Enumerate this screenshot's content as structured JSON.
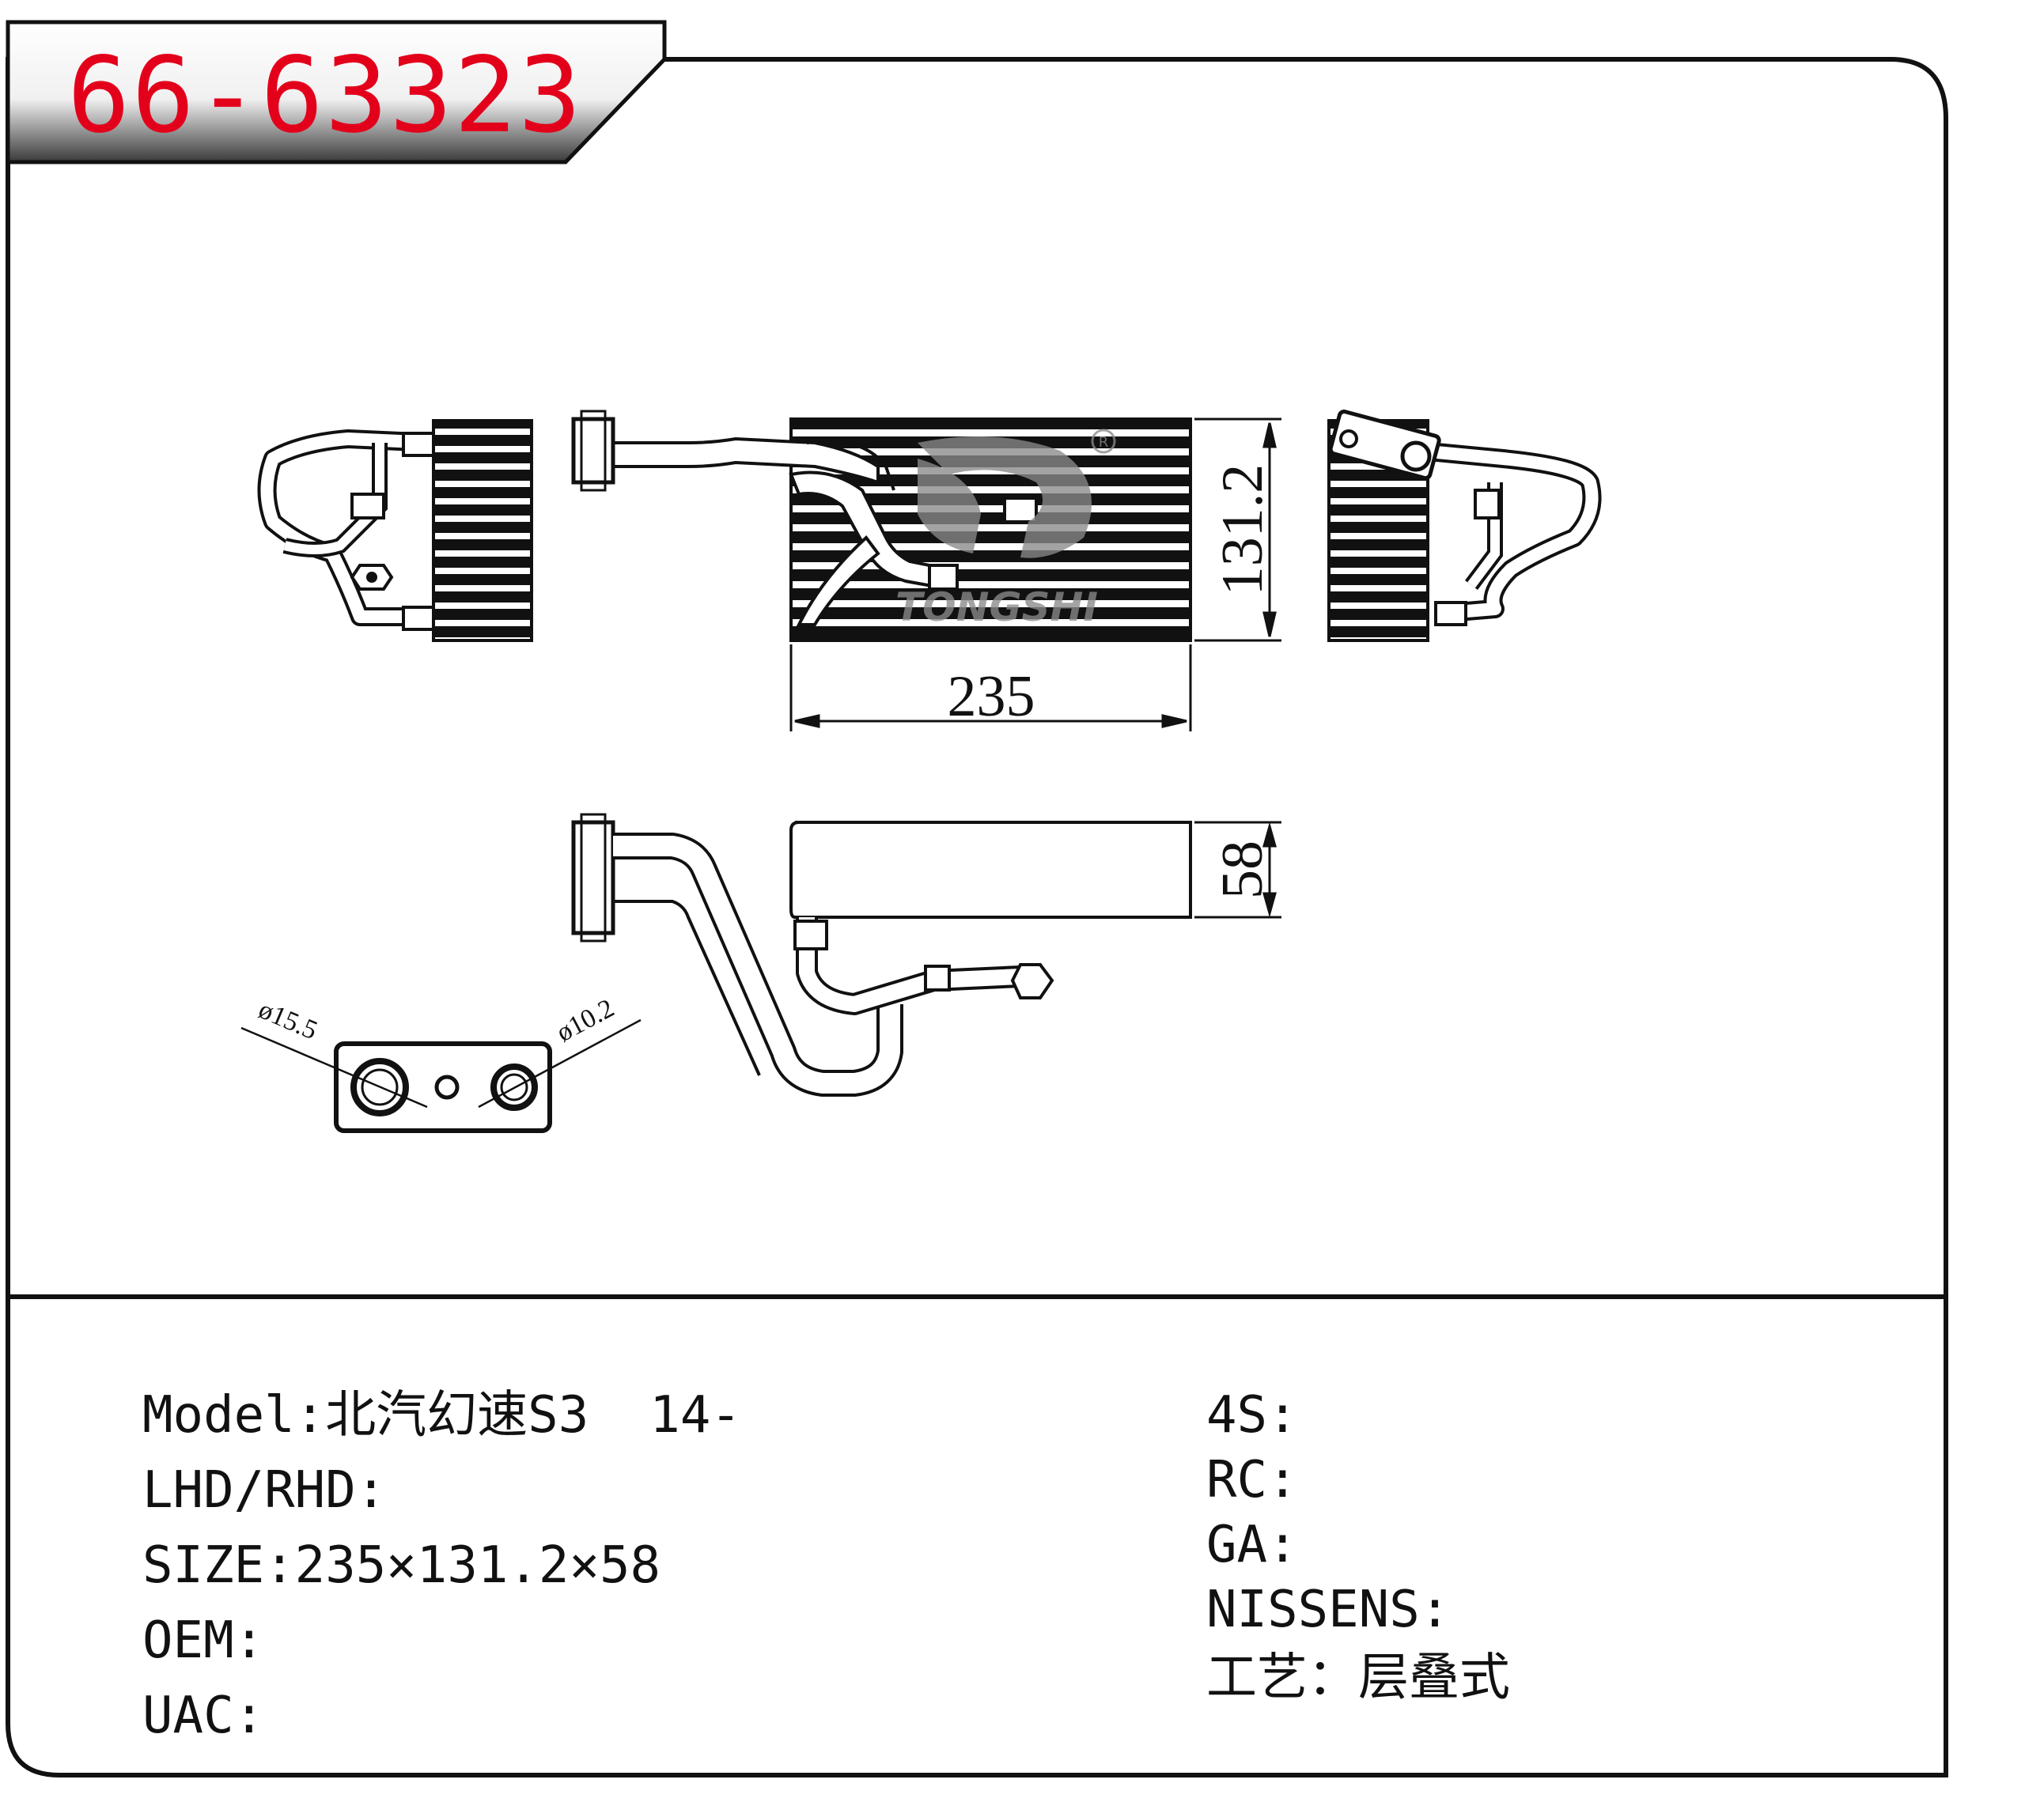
{
  "part_code": "66-63323",
  "brand_watermark": "TONGSHI",
  "registered_mark": "R",
  "dimensions": {
    "width": "235",
    "height": "131.2",
    "depth": "58",
    "port_large": "ø15.5",
    "port_small": "ø10.2"
  },
  "specs_left": [
    {
      "label": "Model",
      "sep": ":",
      "value": "北汽幻速S3  14-"
    },
    {
      "label": "LHD/RHD",
      "sep": ":",
      "value": ""
    },
    {
      "label": "SIZE",
      "sep": ":",
      "value": "235×131.2×58"
    },
    {
      "label": "OEM",
      "sep": ":",
      "value": ""
    },
    {
      "label": "UAC",
      "sep": ":",
      "value": ""
    }
  ],
  "specs_right": [
    {
      "label": "4S",
      "sep": ":",
      "value": ""
    },
    {
      "label": "RC",
      "sep": ":",
      "value": ""
    },
    {
      "label": "GA",
      "sep": ":",
      "value": ""
    },
    {
      "label": "NISSENS",
      "sep": ":",
      "value": ""
    },
    {
      "label": "工艺",
      "sep": "：",
      "value": "层叠式"
    }
  ],
  "colors": {
    "title_red": "#e3001b",
    "line": "#111111",
    "watermark": "#8a8a8a"
  }
}
